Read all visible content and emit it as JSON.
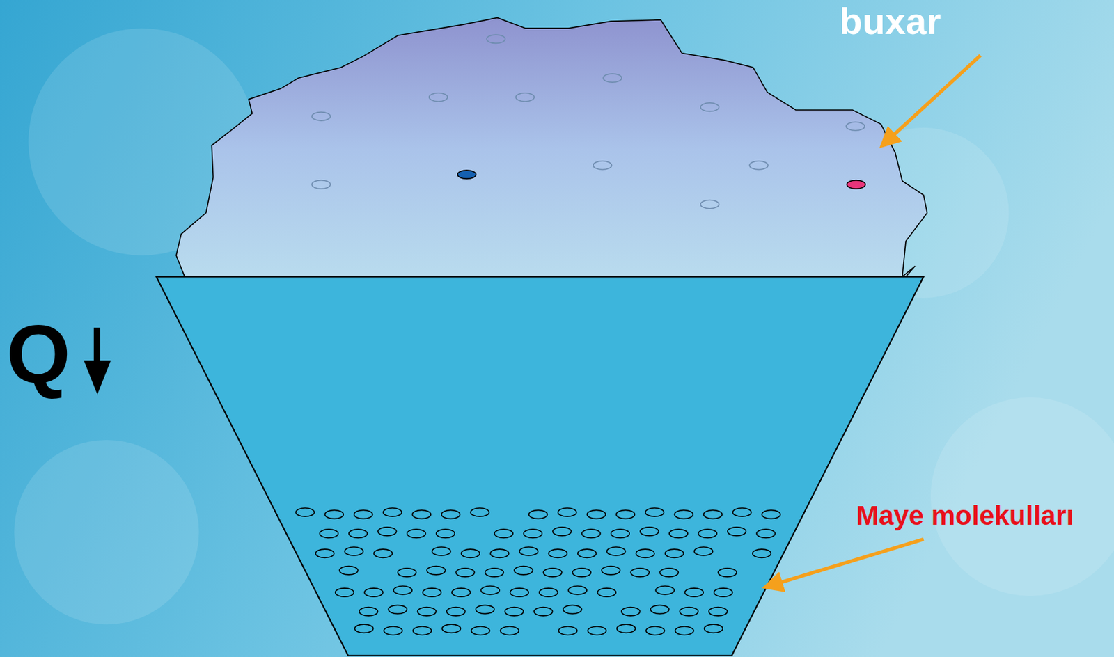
{
  "diagram": {
    "labels": [
      "buxar",
      "Maye molekulları",
      "Q"
    ]
  }
}
